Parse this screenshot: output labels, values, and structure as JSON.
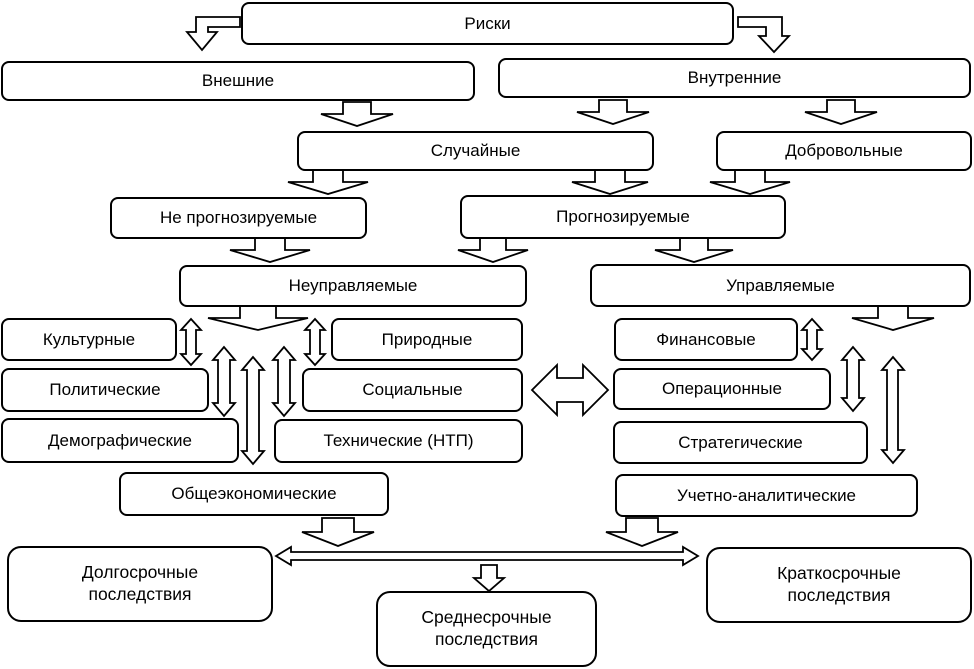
{
  "diagram": {
    "root": "Риски",
    "external": "Внешние",
    "internal": "Внутренние",
    "random": "Случайные",
    "voluntary": "Добровольные",
    "unpredictable": "Не прогнозируемые",
    "predictable": "Прогнозируемые",
    "uncontrollable": "Неуправляемые",
    "controllable": "Управляемые",
    "cultural": "Культурные",
    "political": "Политические",
    "demographic": "Демографические",
    "natural": "Природные",
    "social": "Социальные",
    "technical": "Технические (НТП)",
    "general_economic": "Общеэкономические",
    "financial": "Финансовые",
    "operational": "Операционные",
    "strategic": "Стратегические",
    "accounting_analytical": "Учетно-аналитические",
    "long_term": "Долгосрочные последствия",
    "medium_term": "Среднесрочные последствия",
    "short_term": "Краткосрочные последствия"
  }
}
